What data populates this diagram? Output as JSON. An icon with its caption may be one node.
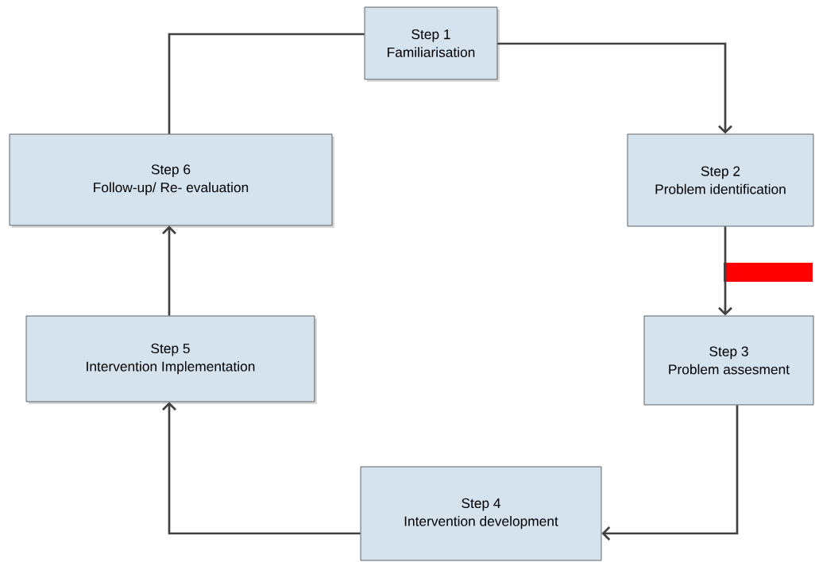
{
  "diagram": {
    "nodes": [
      {
        "text": [
          "Step 1",
          "Familiarisation"
        ]
      },
      {
        "text": [
          "Step 2",
          "Problem identification"
        ]
      },
      {
        "text": [
          "Step 3",
          "Problem assesment"
        ]
      },
      {
        "text": [
          "Step 4",
          "Intervention development"
        ]
      },
      {
        "text": [
          "Step 5",
          "Intervention Implementation"
        ]
      },
      {
        "text": [
          "Step 6",
          "Follow-up/ Re- evaluation"
        ]
      }
    ],
    "edges": [
      {
        "from": 0,
        "to": 1,
        "arrow": "to"
      },
      {
        "from": 1,
        "to": 2,
        "arrow": "to"
      },
      {
        "from": 2,
        "to": 3,
        "arrow": "to"
      },
      {
        "from": 3,
        "to": 4,
        "arrow": "to"
      },
      {
        "from": 4,
        "to": 5,
        "arrow": "to"
      },
      {
        "from": 5,
        "to": 0,
        "arrow": "none"
      }
    ]
  }
}
